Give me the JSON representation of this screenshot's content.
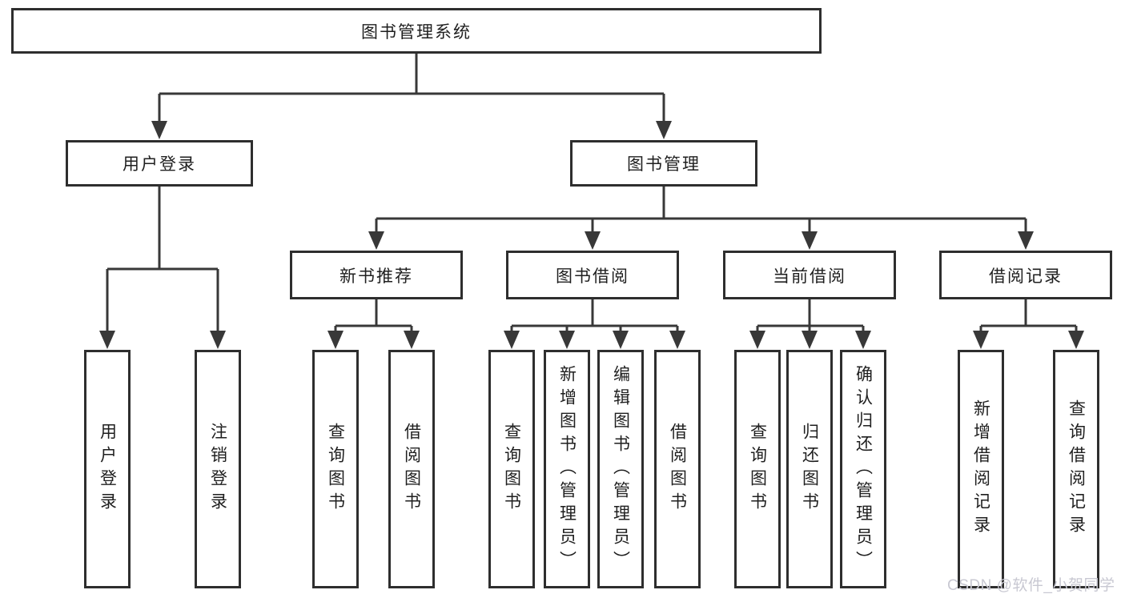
{
  "diagram": {
    "root": {
      "label": "图书管理系统",
      "children": [
        {
          "label": "用户登录",
          "children": [
            {
              "label": "用户登录"
            },
            {
              "label": "注销登录"
            }
          ]
        },
        {
          "label": "图书管理",
          "children": [
            {
              "label": "新书推荐",
              "children": [
                {
                  "label": "查询图书"
                },
                {
                  "label": "借阅图书"
                }
              ]
            },
            {
              "label": "图书借阅",
              "children": [
                {
                  "label": "查询图书"
                },
                {
                  "label": "新增图书（管理员）"
                },
                {
                  "label": "编辑图书（管理员）"
                },
                {
                  "label": "借阅图书"
                }
              ]
            },
            {
              "label": "当前借阅",
              "children": [
                {
                  "label": "查询图书"
                },
                {
                  "label": "归还图书"
                },
                {
                  "label": "确认归还（管理员）"
                }
              ]
            },
            {
              "label": "借阅记录",
              "children": [
                {
                  "label": "新增借阅记录"
                },
                {
                  "label": "查询借阅记录"
                }
              ]
            }
          ]
        }
      ]
    },
    "colors": {
      "connector_line": "#383838",
      "box_border": "#2e2e2e",
      "box_fill": "#ffffff",
      "text": "#1f1f1f",
      "watermark": "#c8c8d2"
    }
  },
  "watermark": {
    "text": "CSDN @软件_小贺同学"
  }
}
